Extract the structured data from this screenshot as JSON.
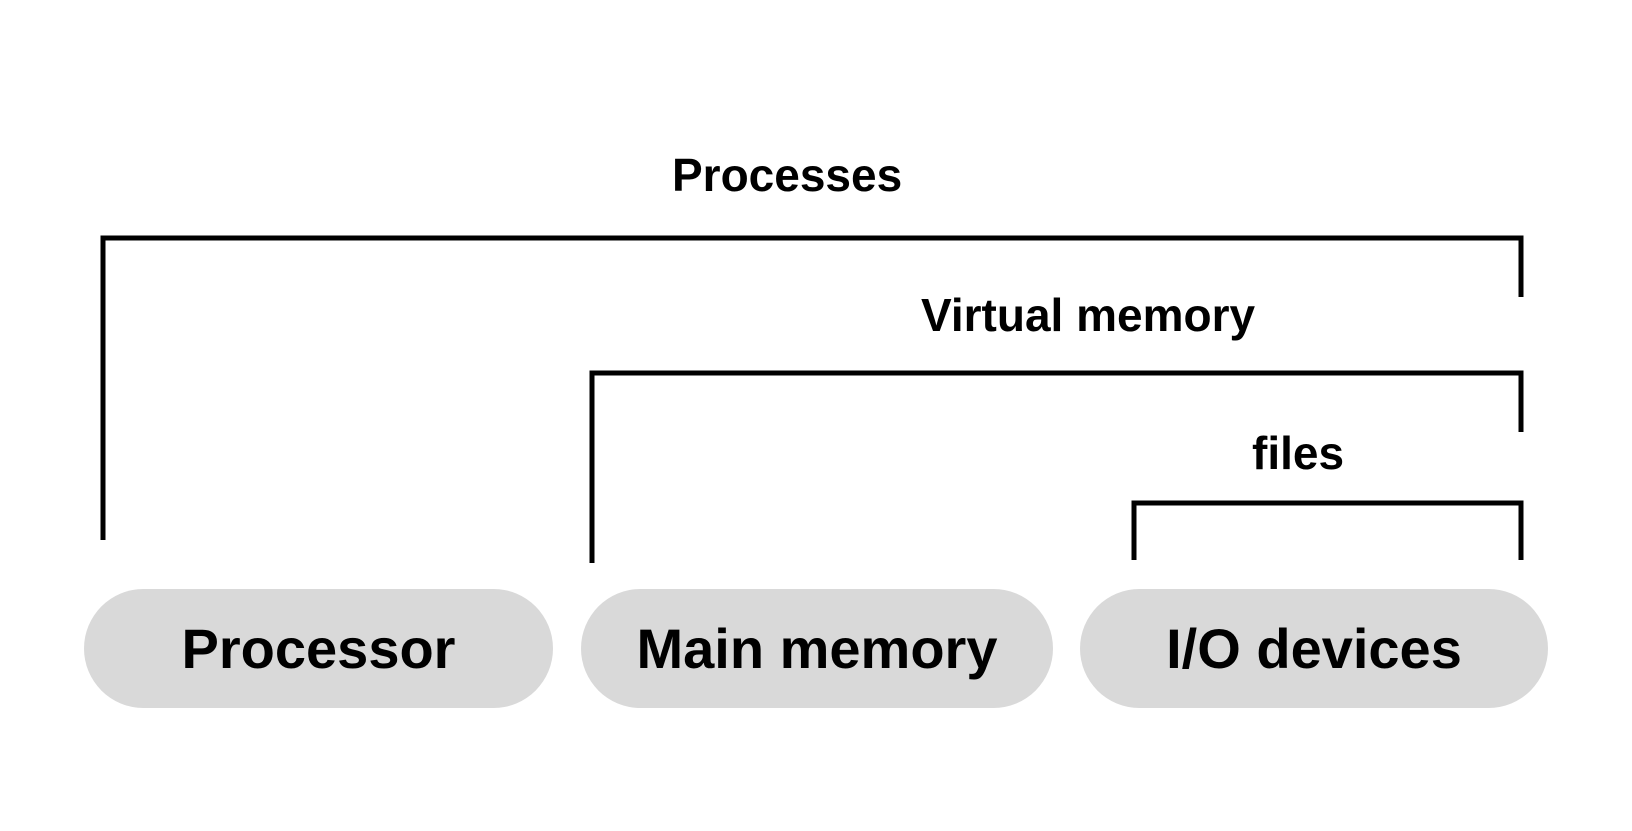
{
  "diagram": {
    "title": "Processes",
    "background_color": "#ffffff",
    "line_color": "#000000",
    "box_fill_color": "#d9d9d9",
    "text_color": "#000000",
    "brackets": [
      {
        "label": "Processes",
        "spans": [
          "Processor",
          "Main memory",
          "I/O devices"
        ]
      },
      {
        "label": "Virtual memory",
        "spans": [
          "Main memory",
          "I/O devices"
        ]
      },
      {
        "label": "files",
        "spans": [
          "I/O devices"
        ]
      }
    ],
    "resources": [
      {
        "label": "Processor"
      },
      {
        "label": "Main memory"
      },
      {
        "label": "I/O devices"
      }
    ]
  }
}
